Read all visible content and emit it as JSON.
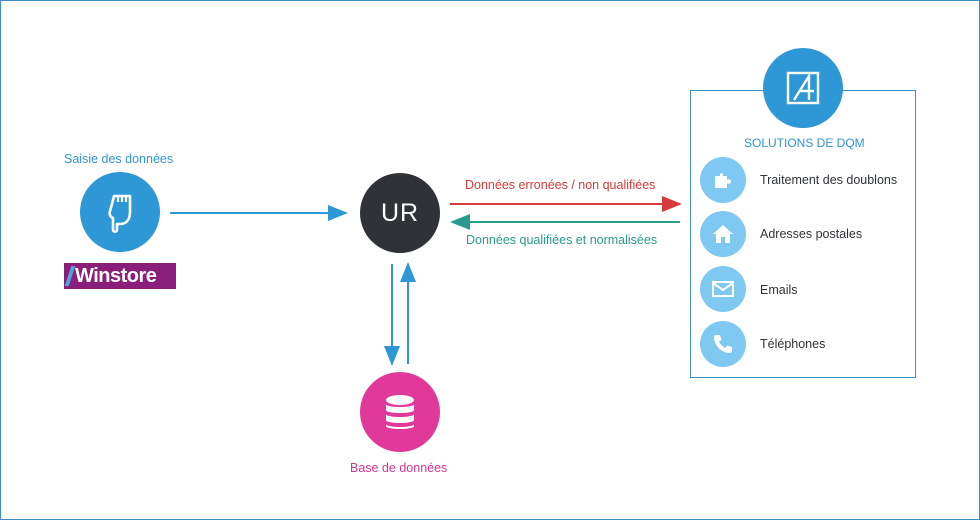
{
  "labels": {
    "input_data": "Saisie des données",
    "ur": "UR",
    "database": "Base de données",
    "erroneous": "Données erronées / non qualifiées",
    "qualified": "Données qualifiées et normalisées",
    "dqm_title": "SOLUTIONS DE DQM"
  },
  "winstore": {
    "text": "Winstore"
  },
  "dqm_items": [
    {
      "label": "Traitement des doublons",
      "icon": "puzzle-icon"
    },
    {
      "label": "Adresses postales",
      "icon": "house-icon"
    },
    {
      "label": "Emails",
      "icon": "envelope-icon"
    },
    {
      "label": "Téléphones",
      "icon": "phone-icon"
    }
  ],
  "colors": {
    "blue": "#2e97d5",
    "dark": "#2f3338",
    "pink": "#e0399a",
    "red": "#d63a3a",
    "teal": "#2a9a8e",
    "light_blue": "#7ec8f2",
    "winstore_bg": "#8a1e7b"
  }
}
